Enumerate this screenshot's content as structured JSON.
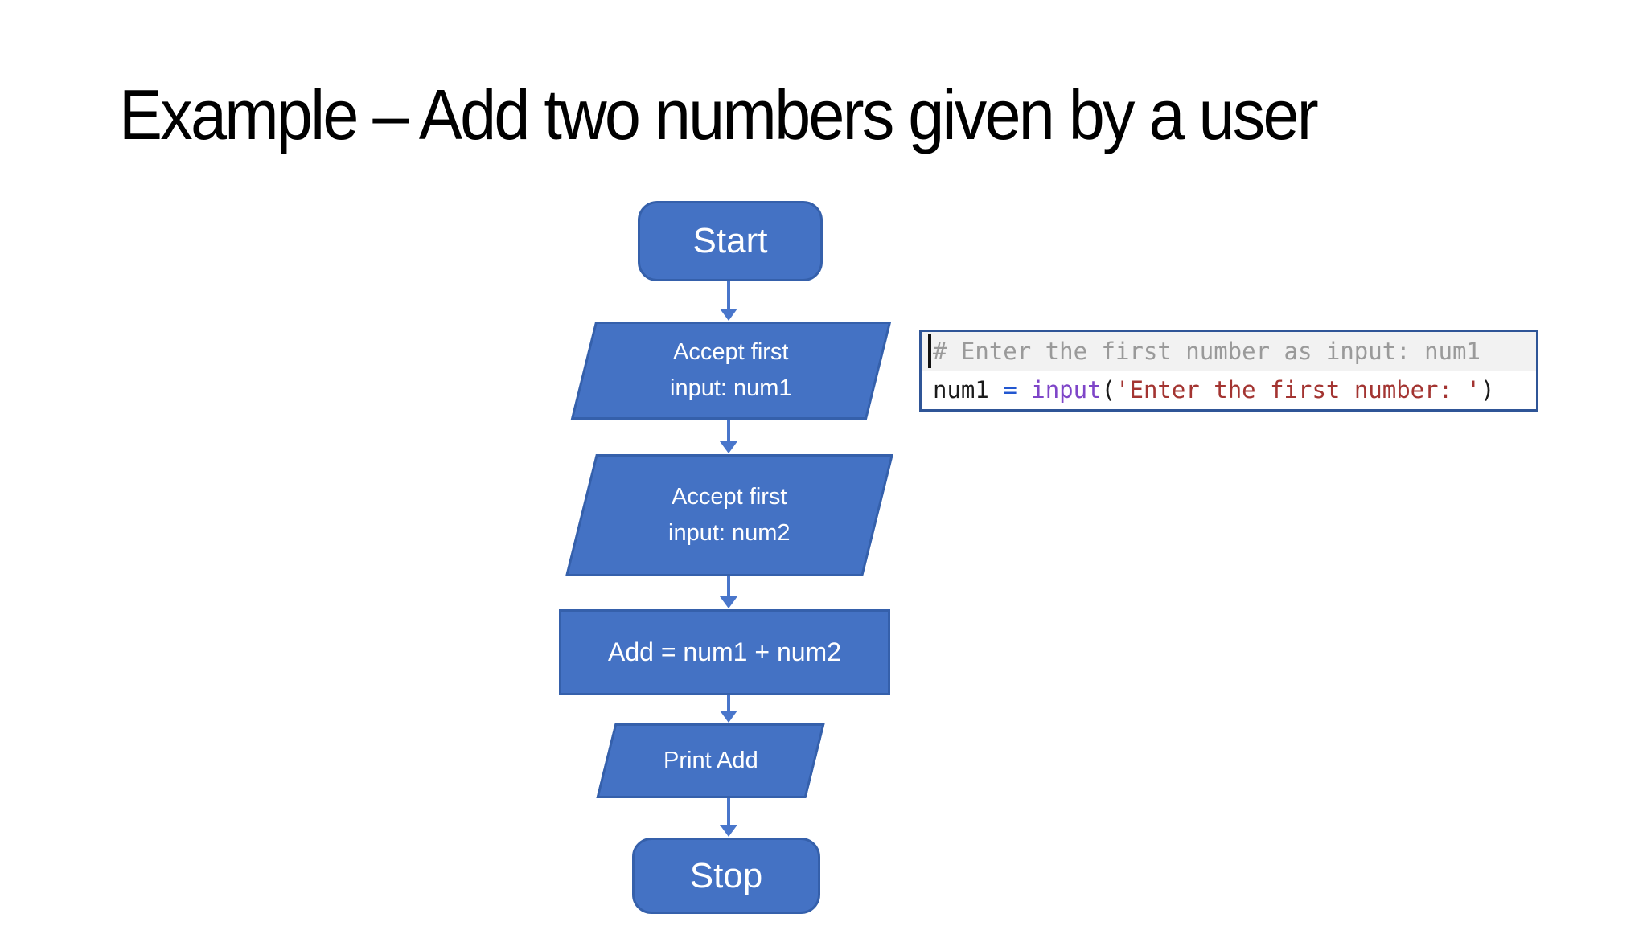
{
  "slide": {
    "title": "Example – Add two numbers given by a user"
  },
  "flowchart": {
    "nodes": [
      {
        "id": "start",
        "type": "terminator",
        "lines": [
          "Start"
        ]
      },
      {
        "id": "input1",
        "type": "io",
        "lines": [
          "Accept first",
          "input: num1"
        ]
      },
      {
        "id": "input2",
        "type": "io",
        "lines": [
          "Accept first",
          "input: num2"
        ]
      },
      {
        "id": "add",
        "type": "process",
        "lines": [
          "Add = num1 + num2"
        ]
      },
      {
        "id": "print",
        "type": "io",
        "lines": [
          "Print Add"
        ]
      },
      {
        "id": "stop",
        "type": "terminator",
        "lines": [
          "Stop"
        ]
      }
    ],
    "arrow_count": 5
  },
  "code_snippet": {
    "comment_line": "# Enter the first number as input: num1",
    "code_line": {
      "tokens": [
        {
          "text": "num1",
          "type": "variable"
        },
        {
          "text": " ",
          "type": "plain"
        },
        {
          "text": "=",
          "type": "operator"
        },
        {
          "text": " ",
          "type": "plain"
        },
        {
          "text": "input",
          "type": "function"
        },
        {
          "text": "(",
          "type": "paren"
        },
        {
          "text": "'Enter the first number: '",
          "type": "string"
        },
        {
          "text": ")",
          "type": "paren"
        }
      ]
    }
  },
  "colors": {
    "shape_fill": "#4472c4",
    "shape_border": "#3560ab",
    "arrow": "#4976cb",
    "code_border": "#2f5597",
    "comment_text": "#9a9a9a",
    "comment_line_bg": "#f2f2f2",
    "operator": "#2257d0",
    "function": "#7e45c8",
    "string": "#a33431",
    "code_text": "#1a1a1a",
    "title_text": "#000000"
  }
}
